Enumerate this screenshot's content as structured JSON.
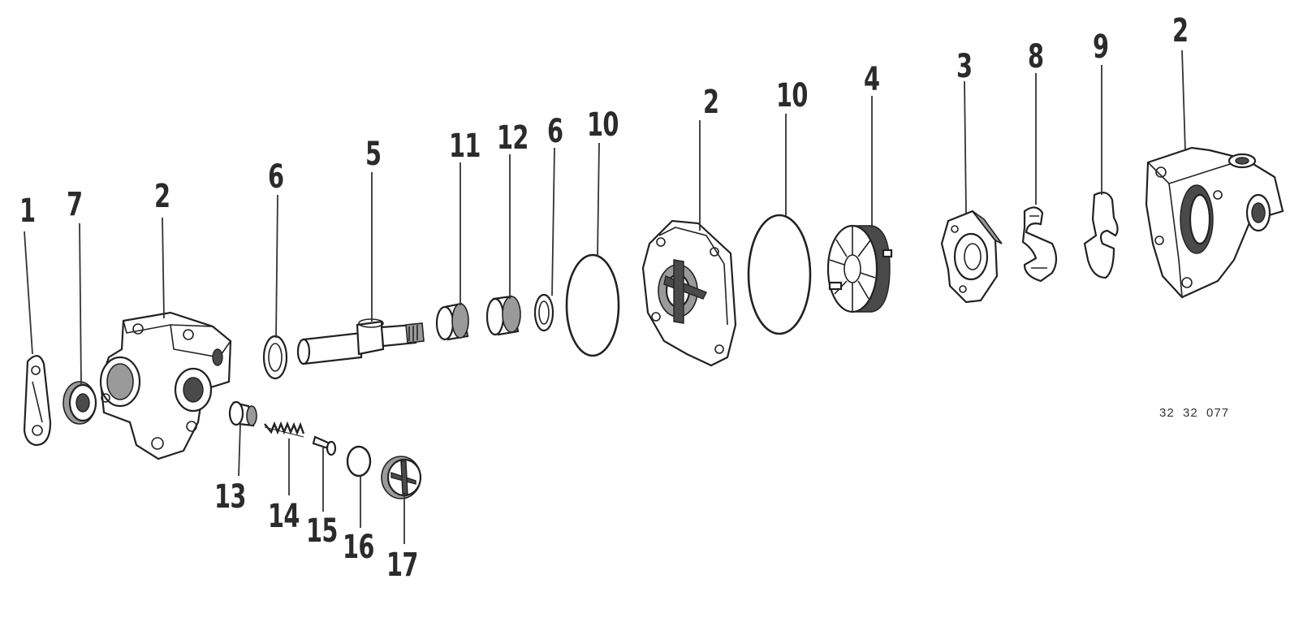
{
  "drawing_ref": "32  32  077",
  "callouts": [
    {
      "id": "c1",
      "text": "1"
    },
    {
      "id": "c7",
      "text": "7"
    },
    {
      "id": "c2a",
      "text": "2"
    },
    {
      "id": "c6a",
      "text": "6"
    },
    {
      "id": "c5",
      "text": "5"
    },
    {
      "id": "c11",
      "text": "11"
    },
    {
      "id": "c12",
      "text": "12"
    },
    {
      "id": "c6b",
      "text": "6"
    },
    {
      "id": "c10a",
      "text": "10"
    },
    {
      "id": "c2b",
      "text": "2"
    },
    {
      "id": "c10b",
      "text": "10"
    },
    {
      "id": "c4",
      "text": "4"
    },
    {
      "id": "c3",
      "text": "3"
    },
    {
      "id": "c8",
      "text": "8"
    },
    {
      "id": "c9",
      "text": "9"
    },
    {
      "id": "c2c",
      "text": "2"
    },
    {
      "id": "c13",
      "text": "13"
    },
    {
      "id": "c14",
      "text": "14"
    },
    {
      "id": "c15",
      "text": "15"
    },
    {
      "id": "c16",
      "text": "16"
    },
    {
      "id": "c17",
      "text": "17"
    }
  ]
}
